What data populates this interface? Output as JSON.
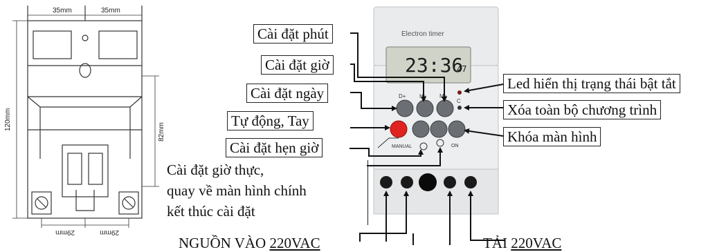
{
  "dimensions": {
    "top_left": "35mm",
    "top_right": "35mm",
    "left_height": "120mm",
    "right_height": "82mm",
    "bottom_left": "29mm",
    "bottom_right": "29mm"
  },
  "device": {
    "brand": "Electron timer",
    "display": "23:36",
    "display_seconds": "47",
    "btn_d": "D+",
    "btn_h": "H+",
    "btn_m": "M+",
    "btn_c": "C",
    "manual": "MANUAL",
    "onoff": "ON"
  },
  "labels": {
    "set_minute": "Cài đặt phút",
    "set_hour": "Cài đặt giờ",
    "set_day": "Cài đặt ngày",
    "auto_manual": "Tự động, Tay",
    "set_timer": "Cài đặt hẹn giờ",
    "realtime_line1": "Cài đặt giờ thực,",
    "realtime_line2": "quay về màn hình chính",
    "realtime_line3": "kết thúc cài đặt",
    "led": "Led hiển thị trạng thái bật tắt",
    "clear": "Xóa toàn bộ chương trình",
    "lock": "Khóa màn hình"
  },
  "bottom": {
    "power_in_prefix": "NGUỒN VÀO ",
    "power_in_value": "220VAC",
    "load_prefix": "TẢI ",
    "load_value": "220VAC"
  }
}
